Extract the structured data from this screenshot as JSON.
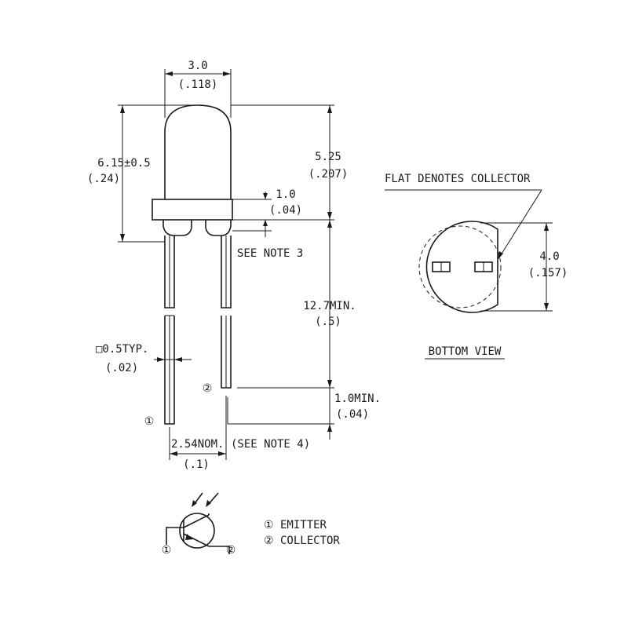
{
  "dimensions": {
    "lens_width_mm": "3.0",
    "lens_width_in": "(.118)",
    "overall_height_mm": "6.15±0.5",
    "overall_height_in": "(.24)",
    "lens_height_mm": "5.25",
    "lens_height_in": "(.207)",
    "flange_height_mm": "1.0",
    "flange_height_in": "(.04)",
    "see_note_3": "SEE NOTE 3",
    "lead_length_mm": "12.7MIN.",
    "lead_length_in": "(.5)",
    "lead_square_mm": "□0.5TYP.",
    "lead_square_in": "(.02)",
    "lead_offset_mm": "1.0MIN.",
    "lead_offset_in": "(.04)",
    "lead_pitch_mm": "2.54NOM.",
    "lead_pitch_note": "(SEE NOTE 4)",
    "lead_pitch_in": "(.1)"
  },
  "bottom_view": {
    "flat_label": "FLAT DENOTES COLLECTOR",
    "diameter_mm": "4.0",
    "diameter_in": "(.157)",
    "title": "BOTTOM VIEW"
  },
  "pins": {
    "pin1_marker": "①",
    "pin2_marker": "②",
    "legend_emitter": "① EMITTER",
    "legend_collector": "② COLLECTOR"
  }
}
